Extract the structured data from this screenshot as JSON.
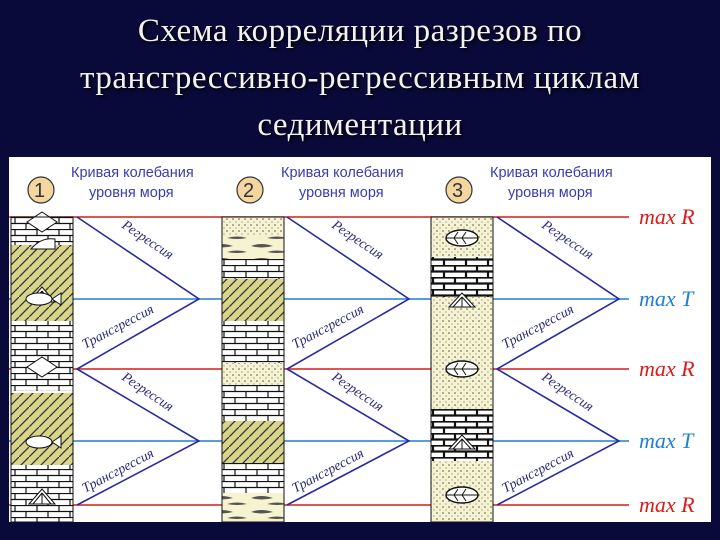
{
  "title": {
    "line1": "Схема корреляции разрезов по",
    "line2": "трансгрессивно-регрессивным циклам",
    "line3": "седиментации"
  },
  "columns": [
    {
      "number": "1",
      "header_line1": "Кривая колебания",
      "header_line2": "уровня моря"
    },
    {
      "number": "2",
      "header_line1": "Кривая колебания",
      "header_line2": "уровня моря"
    },
    {
      "number": "3",
      "header_line1": "Кривая колебания",
      "header_line2": "уровня моря"
    }
  ],
  "curve_labels": {
    "regression": "Регрессия",
    "transgression": "Трансгрессия"
  },
  "levels": [
    {
      "label": "max R",
      "kind": "regression"
    },
    {
      "label": "max T",
      "kind": "transgression"
    },
    {
      "label": "max R",
      "kind": "regression"
    },
    {
      "label": "max T",
      "kind": "transgression"
    },
    {
      "label": "max R",
      "kind": "regression"
    }
  ],
  "colors": {
    "background": "#0a0a3a",
    "max_R": "#d81c1c",
    "max_T": "#1f7fd6",
    "curve": "#2a2aa0"
  }
}
